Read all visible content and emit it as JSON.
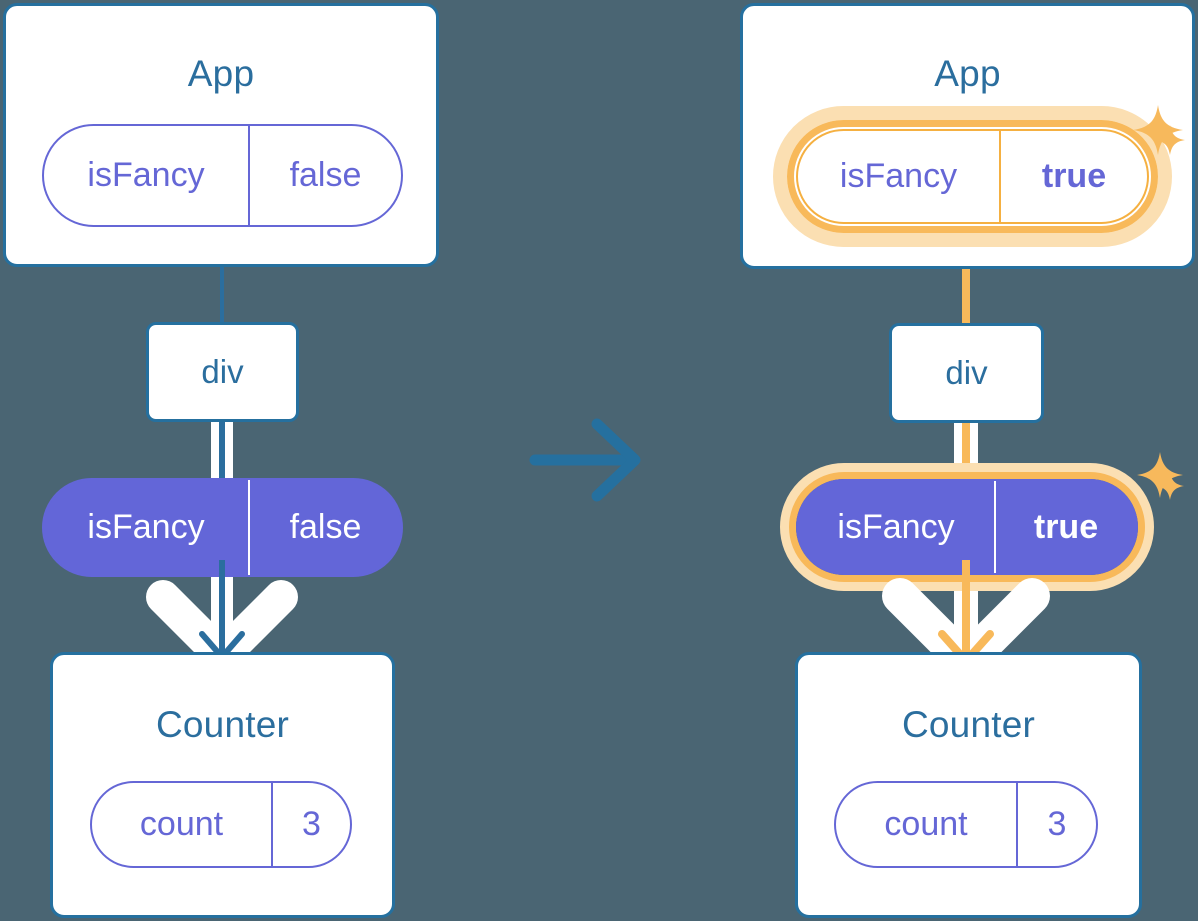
{
  "diagram": {
    "type": "react-state-propagation",
    "background_color": "#4a6573",
    "accent_blue": "#2b6e9e",
    "accent_purple": "#6366d8",
    "accent_orange": "#f5b041",
    "transition_arrow": "right-arrow-icon",
    "panels": [
      {
        "id": "before",
        "app": {
          "title": "App",
          "state_pill": {
            "key": "isFancy",
            "value": "false",
            "highlighted": false
          }
        },
        "div": {
          "label": "div"
        },
        "prop_pill": {
          "key": "isFancy",
          "value": "false",
          "highlighted": false
        },
        "counter": {
          "title": "Counter",
          "state_pill": {
            "key": "count",
            "value": "3",
            "highlighted": false
          }
        }
      },
      {
        "id": "after",
        "app": {
          "title": "App",
          "state_pill": {
            "key": "isFancy",
            "value": "true",
            "highlighted": true
          }
        },
        "div": {
          "label": "div"
        },
        "prop_pill": {
          "key": "isFancy",
          "value": "true",
          "highlighted": true
        },
        "counter": {
          "title": "Counter",
          "state_pill": {
            "key": "count",
            "value": "3",
            "highlighted": false
          }
        }
      }
    ]
  }
}
